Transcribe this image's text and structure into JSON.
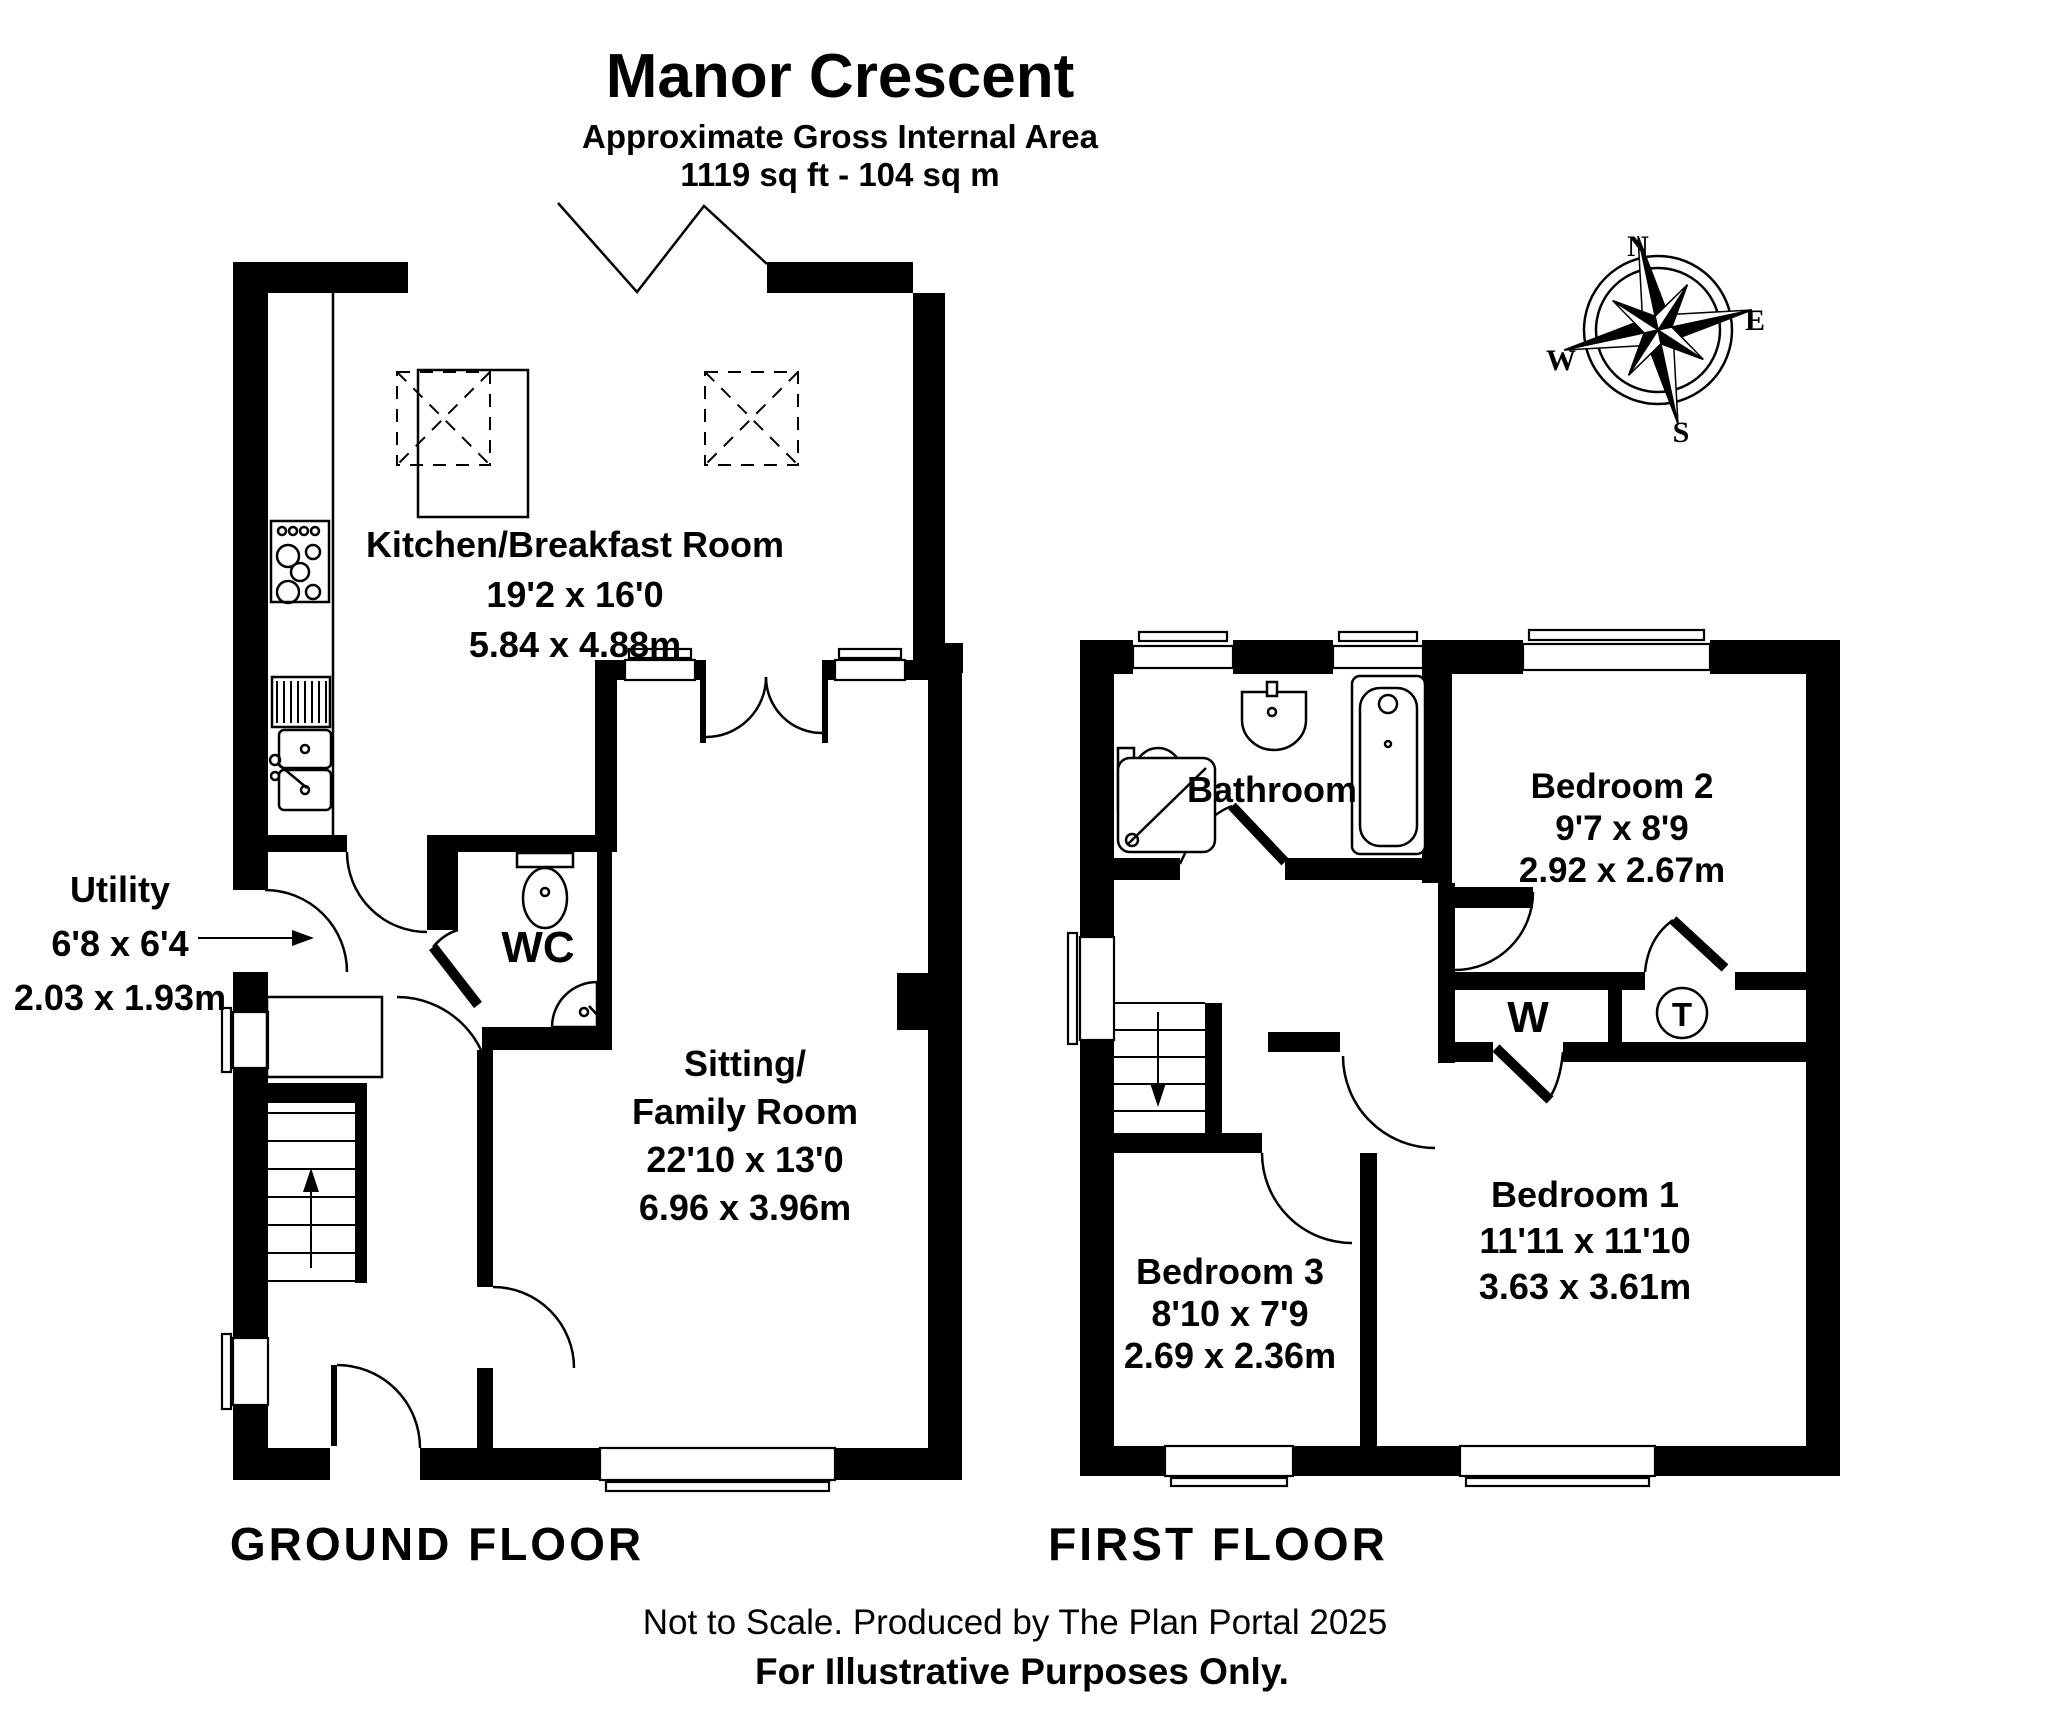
{
  "colors": {
    "ink": "#000000",
    "bg": "#ffffff"
  },
  "title": {
    "name": "Manor Crescent",
    "subtitle": "Approximate Gross Internal Area",
    "area": "1119 sq ft - 104 sq m"
  },
  "compass": {
    "n": "N",
    "e": "E",
    "s": "S",
    "w": "W"
  },
  "ground_floor": {
    "label": "GROUND FLOOR",
    "kitchen": {
      "name": "Kitchen/Breakfast Room",
      "imperial": "19'2 x 16'0",
      "metric": "5.84 x 4.88m"
    },
    "sitting": {
      "name1": "Sitting/",
      "name2": "Family Room",
      "imperial": "22'10 x 13'0",
      "metric": "6.96 x 3.96m"
    },
    "utility": {
      "name": "Utility",
      "imperial": "6'8 x 6'4",
      "metric": "2.03 x 1.93m"
    },
    "wc": {
      "name": "WC"
    }
  },
  "first_floor": {
    "label": "FIRST FLOOR",
    "bathroom": {
      "name": "Bathroom"
    },
    "bedroom1": {
      "name": "Bedroom 1",
      "imperial": "11'11 x 11'10",
      "metric": "3.63 x 3.61m"
    },
    "bedroom2": {
      "name": "Bedroom 2",
      "imperial": "9'7 x 8'9",
      "metric": "2.92 x 2.67m"
    },
    "bedroom3": {
      "name": "Bedroom 3",
      "imperial": "8'10 x 7'9",
      "metric": "2.69 x 2.36m"
    },
    "wardrobe": {
      "label": "W"
    },
    "tank": {
      "label": "T"
    }
  },
  "footer": {
    "line1": "Not to Scale. Produced by The Plan Portal 2025",
    "line2": "For Illustrative Purposes Only."
  }
}
